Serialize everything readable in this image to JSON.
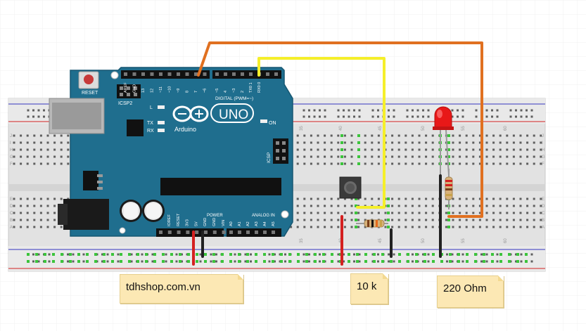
{
  "board": {
    "name": "Arduino",
    "model": "UNO",
    "reset_label": "RESET",
    "icsp2_label": "ICSP2",
    "icsp_label": "ICSP",
    "digital_label": "DIGITAL (PWM=~)",
    "power_label": "POWER",
    "analog_label": "ANALOG IN",
    "on_label": "ON",
    "led_labels": [
      "L",
      "TX",
      "RX"
    ],
    "digital_pins": [
      "AREF",
      "GND",
      "13",
      "12",
      "~11",
      "~10",
      "~9",
      "8",
      "7",
      "~6",
      "~5",
      "4",
      "~3",
      "2",
      "TX0 1",
      "RX0 0"
    ],
    "power_pins": [
      "IOREF",
      "RESET",
      "3V3",
      "5V",
      "GND",
      "GND",
      "VIN"
    ],
    "analog_pins": [
      "A0",
      "A1",
      "A2",
      "A3",
      "A4",
      "A5"
    ]
  },
  "breadboard": {
    "column_labels": [
      "35",
      "40",
      "45",
      "50",
      "55",
      "60"
    ],
    "row_labels_top": [
      "J",
      "I",
      "H",
      "G",
      "F"
    ],
    "row_labels_bottom": [
      "E",
      "D",
      "C",
      "B",
      "A"
    ]
  },
  "notes": {
    "site": "tdhshop.com.vn",
    "resistor1": "10 k",
    "resistor2": "220 Ohm"
  },
  "colors": {
    "board": "#1f6e8e",
    "wire_orange": "#e07020",
    "wire_yellow": "#f5ef2a",
    "wire_red": "#d42020",
    "wire_black": "#222222",
    "led_red": "#e81818",
    "note_bg": "#fce8b4"
  }
}
